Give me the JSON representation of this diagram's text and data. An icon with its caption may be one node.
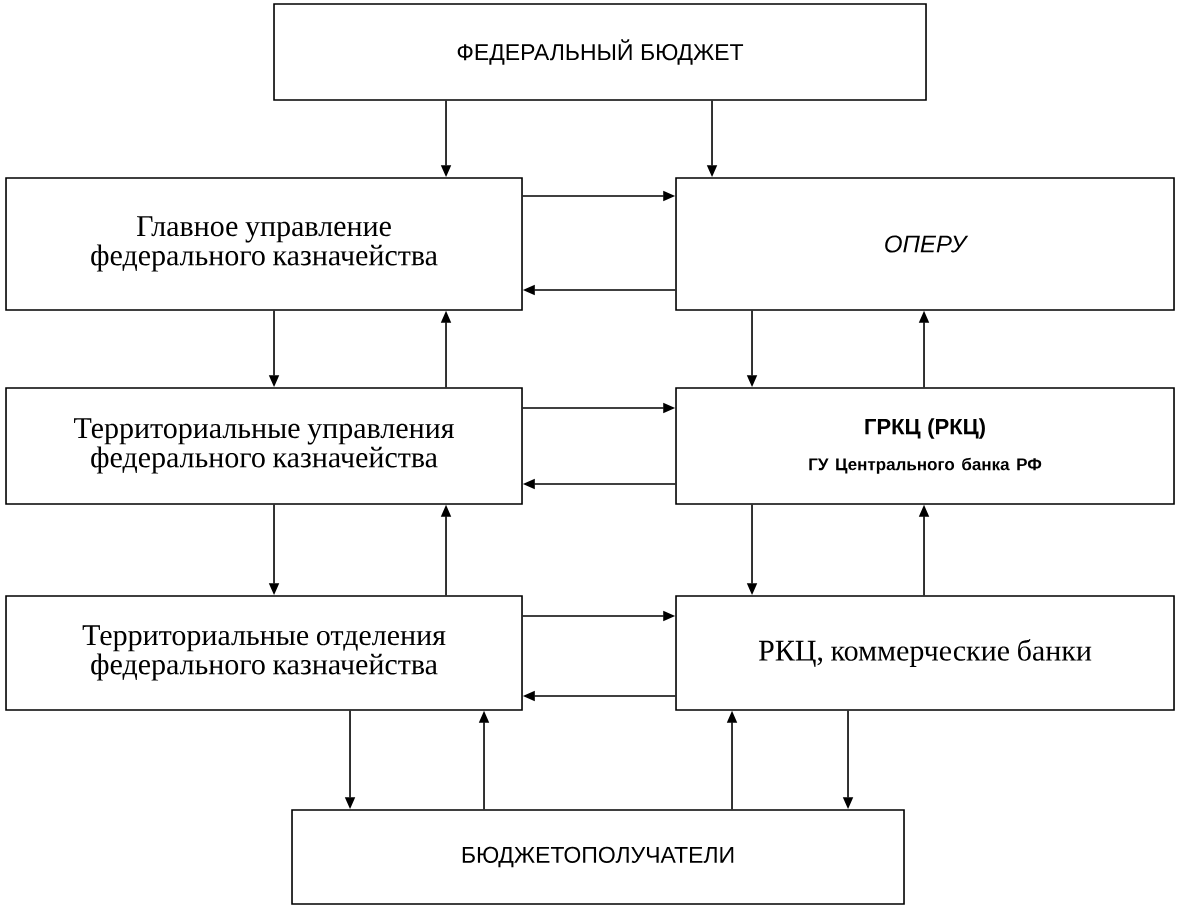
{
  "diagram": {
    "nodes": [
      {
        "text": [
          "ФЕДЕРАЛЬНЫЙ БЮДЖЕТ"
        ]
      },
      {
        "text": [
          "Главное управление федерального казначейства"
        ]
      },
      {
        "text": [
          "ОПЕРУ"
        ]
      },
      {
        "text": [
          "Территориальные управления федерального казначейства"
        ]
      },
      {
        "text": [
          "ГРКЦ (РКЦ)",
          "ГУ Центрального банка РФ"
        ]
      },
      {
        "text": [
          "Территориальные отделения федерального казначейства"
        ]
      },
      {
        "text": [
          "РКЦ, коммерческие банки"
        ]
      },
      {
        "text": [
          "БЮДЖЕТОПОЛУЧАТЕЛИ"
        ]
      }
    ],
    "edges": [
      {
        "from": 0,
        "to": 1,
        "arrow": "to"
      },
      {
        "from": 0,
        "to": 2,
        "arrow": "to"
      },
      {
        "from": 1,
        "to": 2,
        "arrow": "to"
      },
      {
        "from": 2,
        "to": 1,
        "arrow": "to"
      },
      {
        "from": 1,
        "to": 3,
        "arrow": "to"
      },
      {
        "from": 3,
        "to": 1,
        "arrow": "to"
      },
      {
        "from": 2,
        "to": 4,
        "arrow": "to"
      },
      {
        "from": 4,
        "to": 2,
        "arrow": "to"
      },
      {
        "from": 3,
        "to": 4,
        "arrow": "to"
      },
      {
        "from": 4,
        "to": 3,
        "arrow": "to"
      },
      {
        "from": 3,
        "to": 5,
        "arrow": "to"
      },
      {
        "from": 5,
        "to": 3,
        "arrow": "to"
      },
      {
        "from": 4,
        "to": 6,
        "arrow": "to"
      },
      {
        "from": 6,
        "to": 4,
        "arrow": "to"
      },
      {
        "from": 5,
        "to": 6,
        "arrow": "to"
      },
      {
        "from": 6,
        "to": 5,
        "arrow": "to"
      },
      {
        "from": 5,
        "to": 7,
        "arrow": "to"
      },
      {
        "from": 7,
        "to": 5,
        "arrow": "to"
      },
      {
        "from": 7,
        "to": 6,
        "arrow": "to"
      },
      {
        "from": 6,
        "to": 7,
        "arrow": "to"
      }
    ]
  }
}
